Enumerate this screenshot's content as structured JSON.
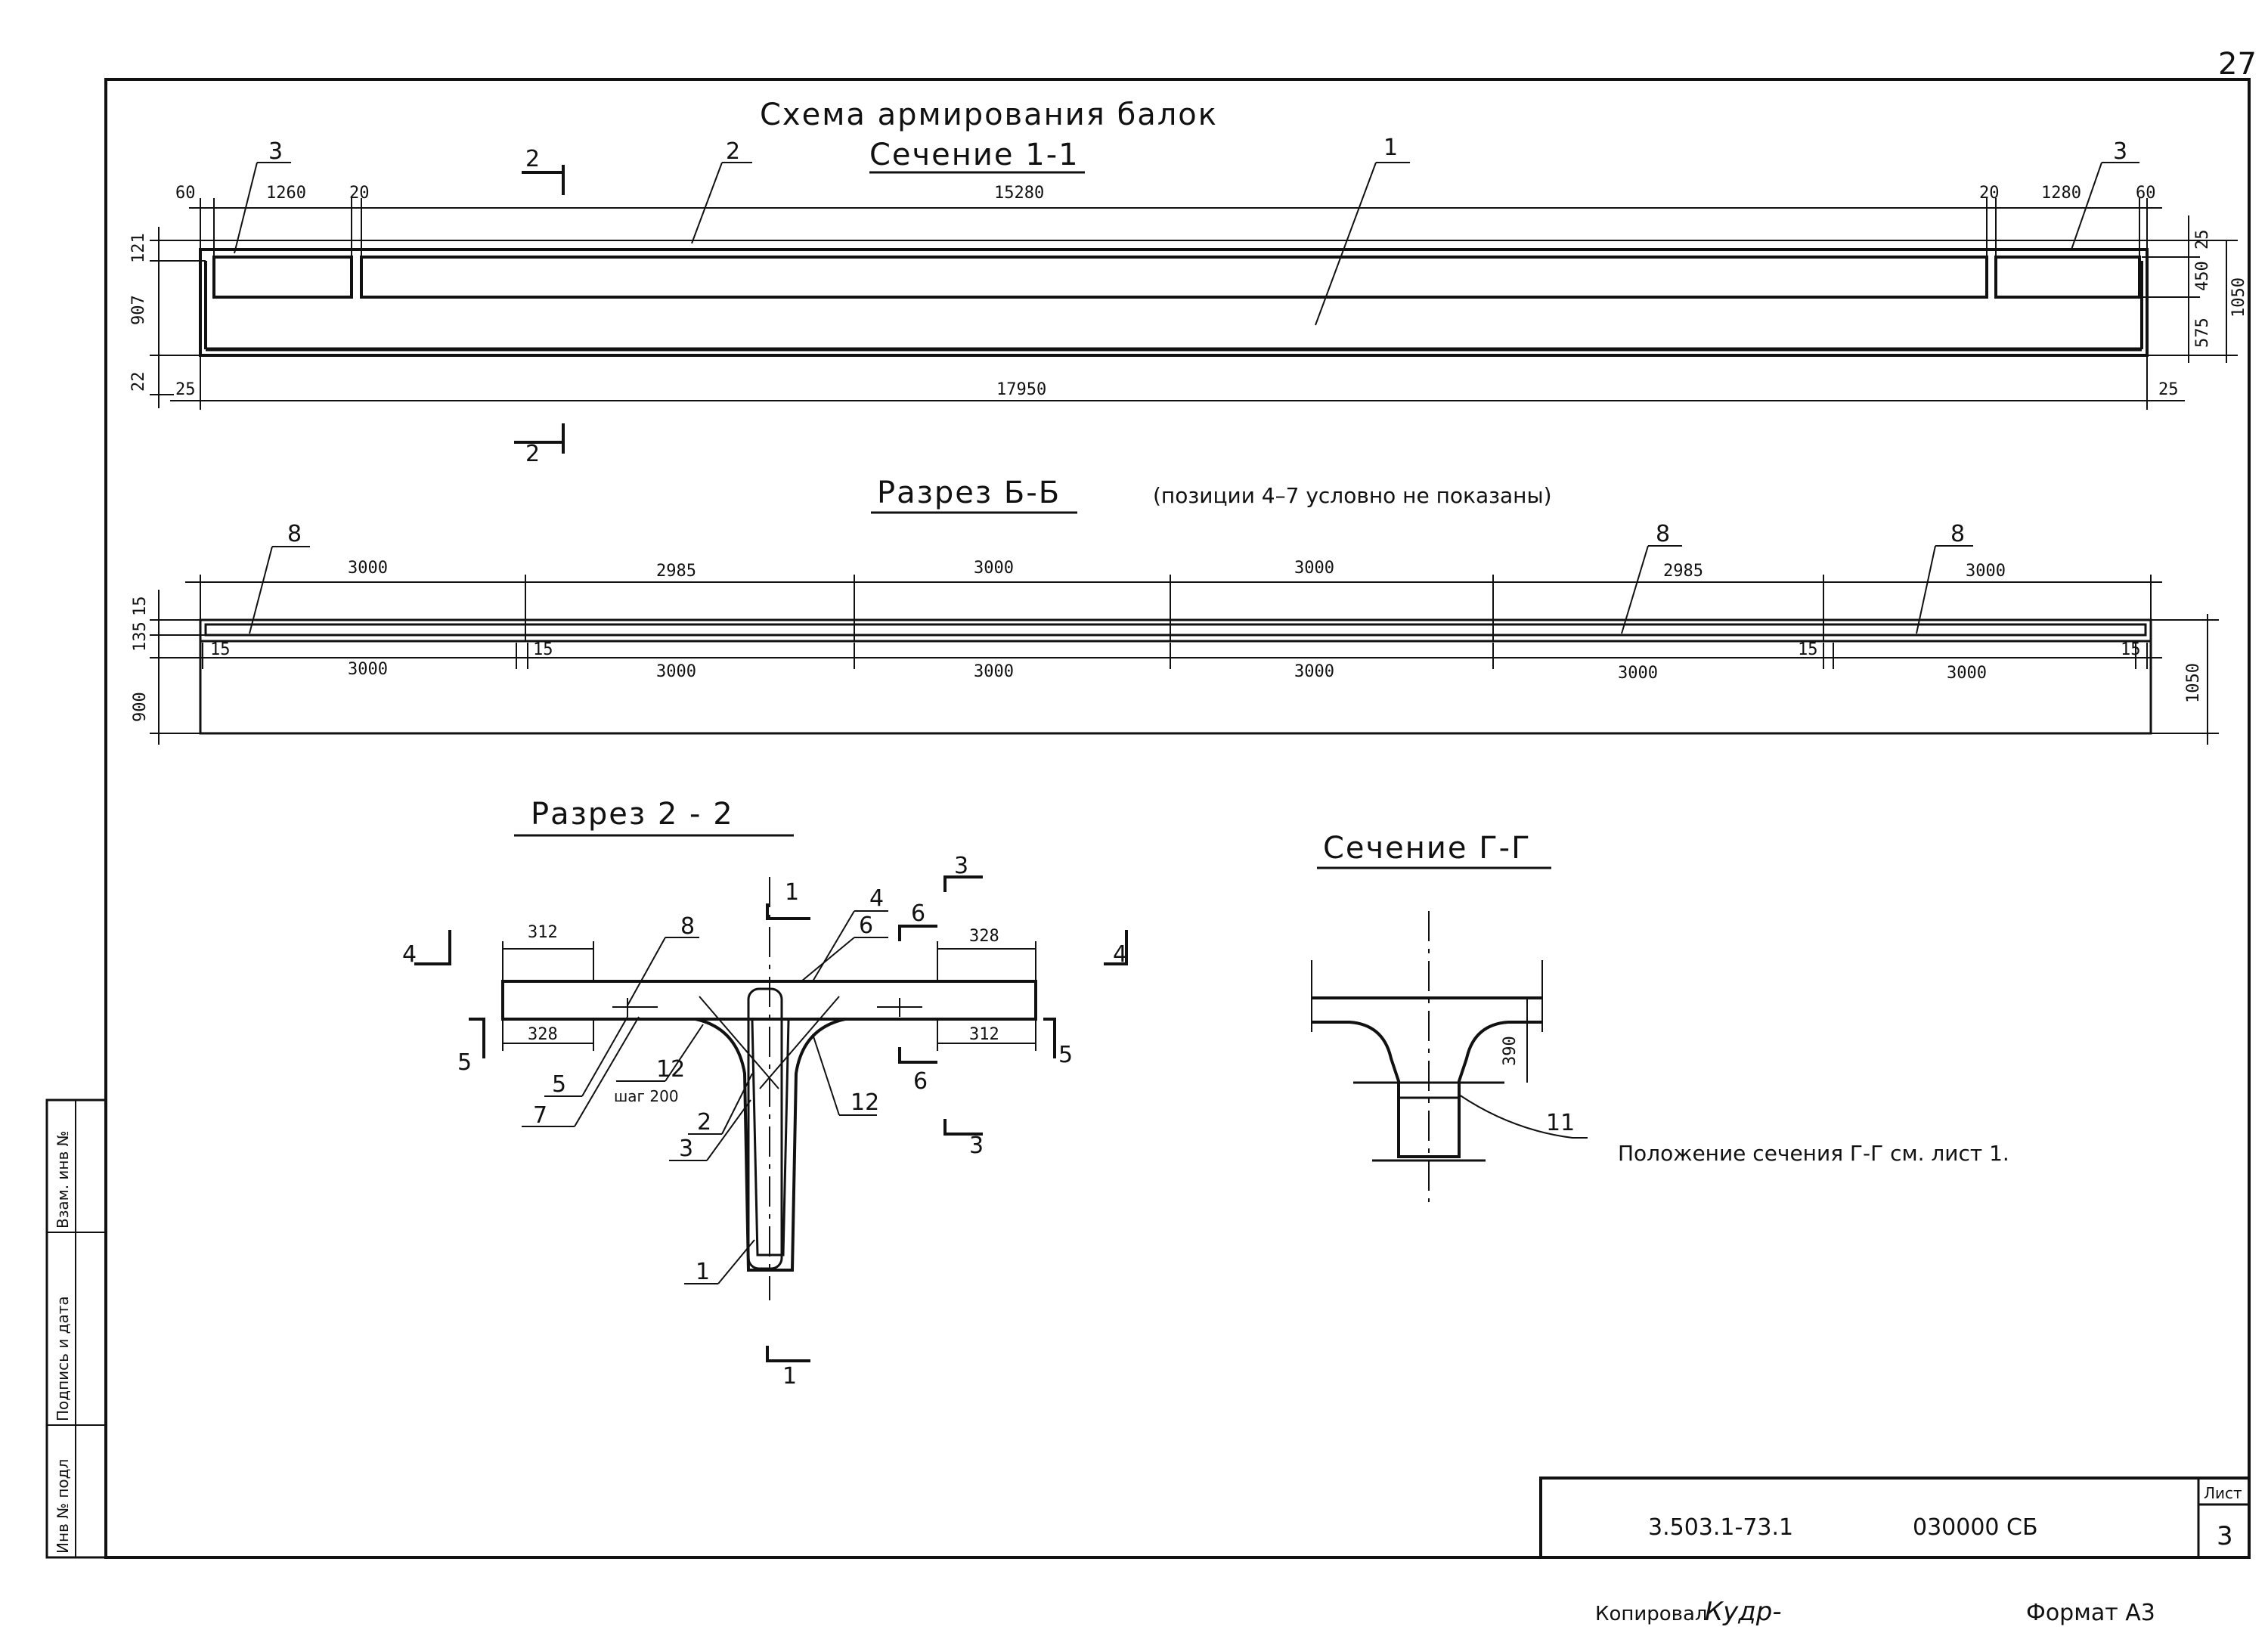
{
  "page_number": "27",
  "titles": {
    "main": "Схема армирования балок",
    "section_1_1": "Сечение 1-1",
    "razrez_b_b": "Разрез Б-Б",
    "razrez_b_b_note": "(позиции 4–7 условно не показаны)",
    "razrez_2_2": "Разрез 2 - 2",
    "section_g_g": "Сечение Г-Г"
  },
  "section_1_1": {
    "top_dims": [
      "60",
      "1260",
      "20",
      "15280",
      "20",
      "1280",
      "60"
    ],
    "bottom_dims": [
      "25",
      "17950",
      "25"
    ],
    "left_dims": [
      "121",
      "907",
      "22"
    ],
    "right_dims": [
      "25",
      "450",
      "575",
      "1050"
    ],
    "position_labels": [
      "3",
      "2",
      "1",
      "3"
    ],
    "cut_marks": [
      "2",
      "2"
    ]
  },
  "razrez_b_b": {
    "top_dims": [
      "3000",
      "2985",
      "3000",
      "3000",
      "2985",
      "3000"
    ],
    "bottom_dims": [
      "3000",
      "3000",
      "3000",
      "3000",
      "3000",
      "3000"
    ],
    "small_dims": [
      "15",
      "15",
      "15",
      "15"
    ],
    "left_dims": [
      "15",
      "135",
      "900"
    ],
    "right_dim": "1050",
    "position_labels": [
      "8",
      "8",
      "8"
    ]
  },
  "razrez_2_2": {
    "dims": [
      "312",
      "328",
      "328",
      "312"
    ],
    "position_labels": [
      "8",
      "4",
      "6",
      "5",
      "7",
      "12",
      "12",
      "2",
      "3",
      "1"
    ],
    "step_note": "шаг 200",
    "cut_marks": [
      "1",
      "1",
      "3",
      "3",
      "4",
      "4",
      "5",
      "5",
      "6",
      "6"
    ]
  },
  "section_g_g": {
    "dim": "390",
    "position_label": "11",
    "note": "Положение сечения Г-Г см. лист 1."
  },
  "side_stamp": [
    "Инв № подл",
    "Подпись и дата",
    "Взам. инв №"
  ],
  "title_block": {
    "designation": "3.503.1-73.1",
    "code": "030000 СБ",
    "sheet_label": "Лист",
    "sheet_number": "3"
  },
  "footer": {
    "copied_label": "Копировал",
    "signature": "Кудр-",
    "format_label": "Формат А3"
  }
}
